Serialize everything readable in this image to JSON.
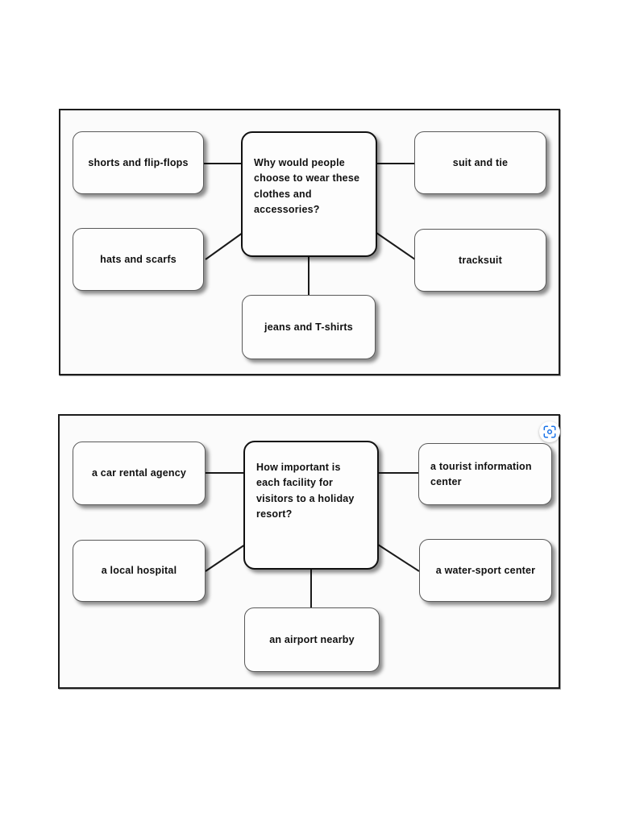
{
  "page": {
    "background_color": "#ffffff",
    "frame_border_color": "#1c1c1c",
    "node_fill_color": "#fdfdfd",
    "node_border_color": "#5a5a5a",
    "center_node_border_color": "#111111",
    "text_color": "#101010",
    "accent_color": "#1a73e8"
  },
  "diagrams": [
    {
      "id": "clothing-mind-map",
      "center": {
        "text": "Why would people choose to wear these clothes and accessories?"
      },
      "nodes": [
        {
          "position": "top-left",
          "text": "shorts and flip-flops"
        },
        {
          "position": "top-right",
          "text": "suit and tie"
        },
        {
          "position": "middle-left",
          "text": "hats and scarfs"
        },
        {
          "position": "middle-right",
          "text": "tracksuit"
        },
        {
          "position": "bottom",
          "text": "jeans and T-shirts"
        }
      ]
    },
    {
      "id": "holiday-resort-mind-map",
      "center": {
        "text": "How important is each facility for visitors to a holiday resort?"
      },
      "nodes": [
        {
          "position": "top-left",
          "text": "a car rental agency"
        },
        {
          "position": "top-right",
          "text": "a tourist information center"
        },
        {
          "position": "middle-left",
          "text": "a local hospital"
        },
        {
          "position": "middle-right",
          "text": "a water-sport center"
        },
        {
          "position": "bottom",
          "text": "an airport nearby"
        }
      ],
      "overlay_icon": "lens-scan-icon"
    }
  ]
}
